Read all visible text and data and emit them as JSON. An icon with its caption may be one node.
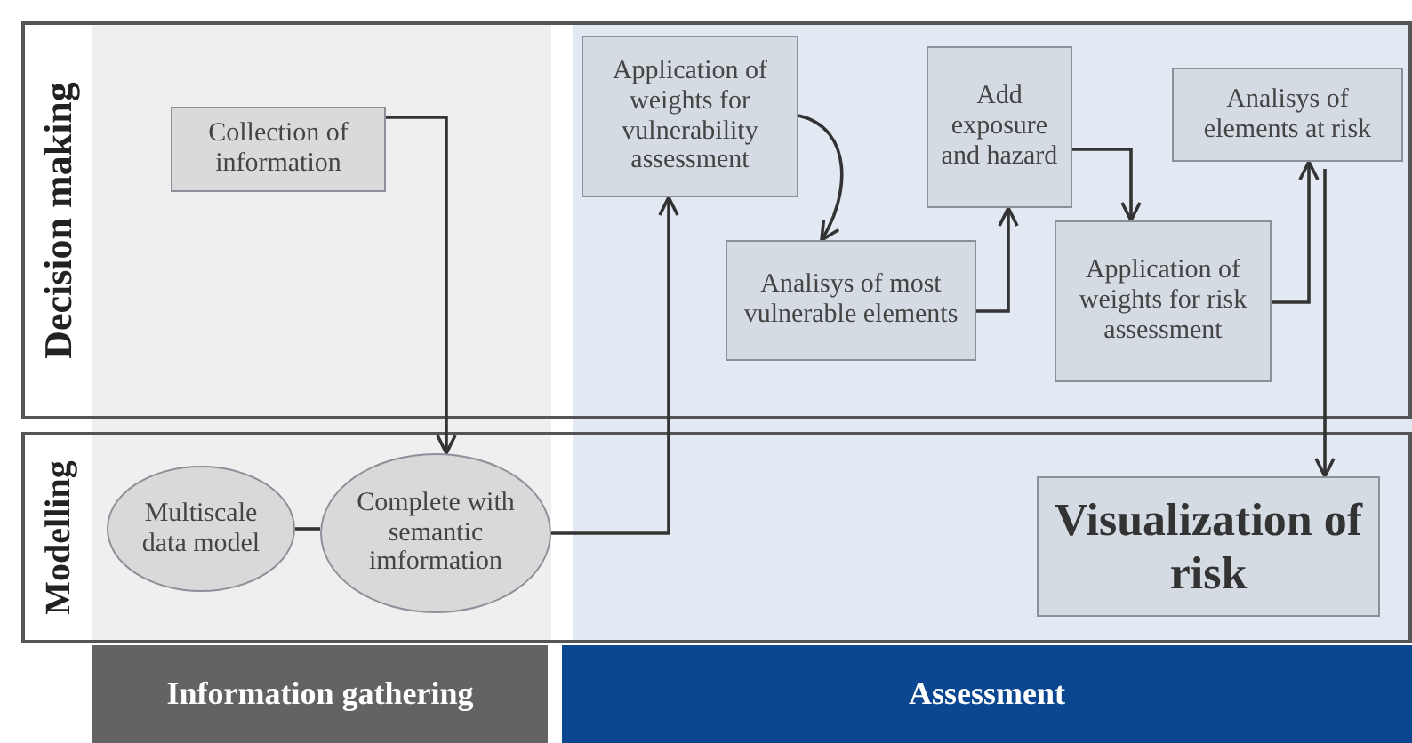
{
  "diagram": {
    "nodes": [
      {
        "text": [
          "Decision making"
        ]
      },
      {
        "text": [
          "Modelling"
        ]
      },
      {
        "text": [
          "Information gathering"
        ]
      },
      {
        "text": [
          "Assessment"
        ]
      },
      {
        "text": [
          "Collection of information"
        ],
        "in": 0
      },
      {
        "text": [
          "Application of weights for vulnerability assessment"
        ],
        "in": 0
      },
      {
        "text": [
          "Analisys of most vulnerable elements"
        ],
        "in": 0
      },
      {
        "text": [
          "Add exposure and hazard"
        ],
        "in": 0
      },
      {
        "text": [
          "Application of weights for risk assessment"
        ],
        "in": 0
      },
      {
        "text": [
          "Analisys of elements at risk"
        ],
        "in": 0
      },
      {
        "text": [
          "Multiscale data model"
        ],
        "in": 1
      },
      {
        "text": [
          "Complete with semantic imformation"
        ],
        "in": 1
      },
      {
        "text": [
          "Visualization of risk"
        ],
        "in": 1
      }
    ],
    "edges": [
      {
        "from": 4,
        "to": 11,
        "arrow": "to"
      },
      {
        "from": 10,
        "to": 11,
        "arrow": "none"
      },
      {
        "from": 11,
        "to": 5,
        "arrow": "to"
      },
      {
        "from": 5,
        "to": 6,
        "arrow": "to"
      },
      {
        "from": 6,
        "to": 7,
        "arrow": "to"
      },
      {
        "from": 7,
        "to": 8,
        "arrow": "to"
      },
      {
        "from": 8,
        "to": 9,
        "arrow": "to"
      },
      {
        "from": 9,
        "to": 12,
        "arrow": "to"
      }
    ]
  }
}
